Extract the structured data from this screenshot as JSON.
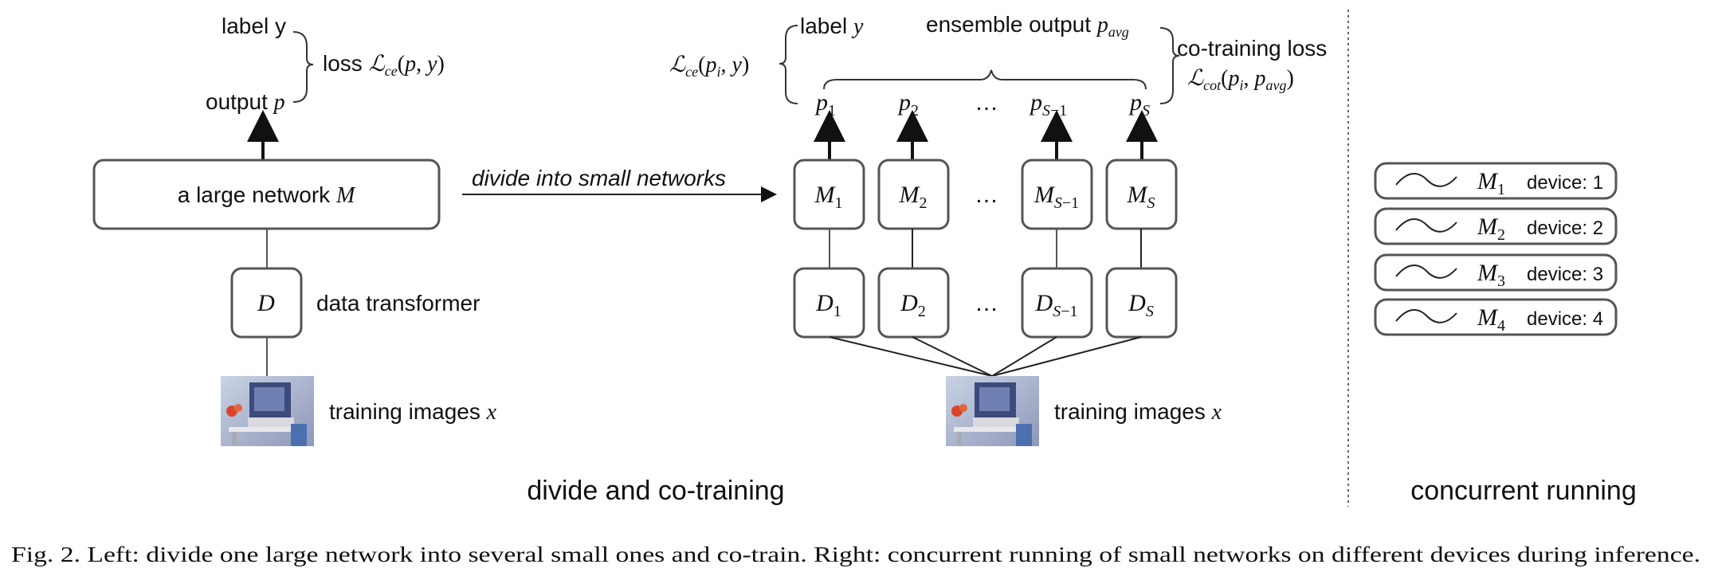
{
  "left": {
    "label_y": "label y",
    "output_p": "output p",
    "loss": "loss ℒce(p, y)",
    "large_network": "a large network M",
    "data_transformer_box": "D",
    "data_transformer_label": "data transformer",
    "training_images": "training images x"
  },
  "middle": {
    "divide_label": "divide into small networks",
    "label_y": "label y",
    "loss_ce": "ℒce(pi, y)",
    "ensemble_output": "ensemble output pavg",
    "cotraining_loss": "co-training loss",
    "cotraining_loss_formula": "ℒcot(pi, pavg)",
    "outputs": [
      "p1",
      "p2",
      "…",
      "pS−1",
      "pS"
    ],
    "models": [
      "M1",
      "M2",
      "…",
      "MS−1",
      "MS"
    ],
    "transformers": [
      "D1",
      "D2",
      "…",
      "DS−1",
      "DS"
    ],
    "training_images": "training images x",
    "section_title": "divide and co-training"
  },
  "right": {
    "devices": [
      {
        "model": "M1",
        "device": "device: 1"
      },
      {
        "model": "M2",
        "device": "device: 2"
      },
      {
        "model": "M3",
        "device": "device: 3"
      },
      {
        "model": "M4",
        "device": "device: 4"
      }
    ],
    "section_title": "concurrent running"
  },
  "caption": "Fig. 2.  Left: divide one large network into several small ones and co-train. Right: concurrent running of small networks on different devices during inference."
}
